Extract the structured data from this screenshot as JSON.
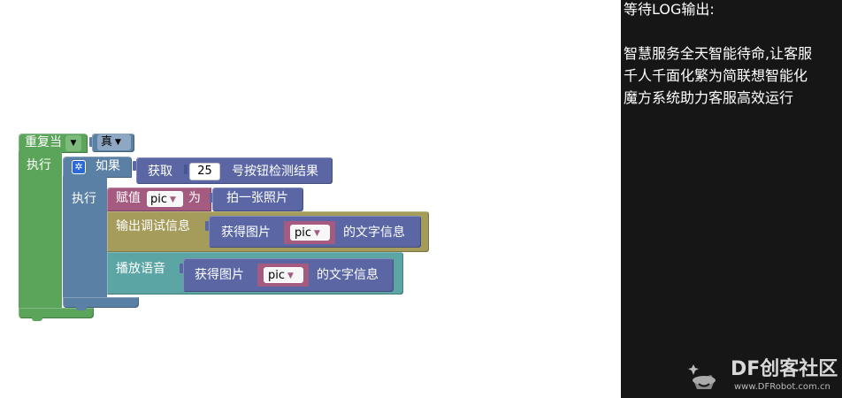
{
  "blocks": {
    "repeat_while": {
      "label": "重复当",
      "condition": "真",
      "do_label": "执行"
    },
    "if_block": {
      "if_label": "如果",
      "do_label": "执行"
    },
    "button_check": {
      "get_label": "获取",
      "number": "25",
      "suffix": "号按钮检测结果"
    },
    "assign": {
      "label": "赋值",
      "variable": "pic",
      "to_label": "为"
    },
    "take_photo": {
      "label": "拍一张照片"
    },
    "debug_output": {
      "label": "输出调试信息",
      "get_image_label": "获得图片",
      "variable": "pic",
      "suffix": "的文字信息"
    },
    "play_voice": {
      "label": "播放语音",
      "get_image_label": "获得图片",
      "variable": "pic",
      "suffix": "的文字信息"
    }
  },
  "log": {
    "title": "等待LOG输出:",
    "lines": [
      "智慧服务全天智能待命,让客服",
      "千人千面化繁为简联想智能化",
      "魔方系统助力客服高效运行"
    ]
  },
  "watermark": {
    "name": "DF创客社区",
    "url": "www.DFRobot.com.cn"
  },
  "colors": {
    "loop": "#5ba55b",
    "logic": "#5b80a5",
    "sensor": "#5b67a5",
    "variable": "#a55b80",
    "debug": "#a59b5b",
    "voice": "#5ba5a5",
    "log_background": "#161616"
  }
}
